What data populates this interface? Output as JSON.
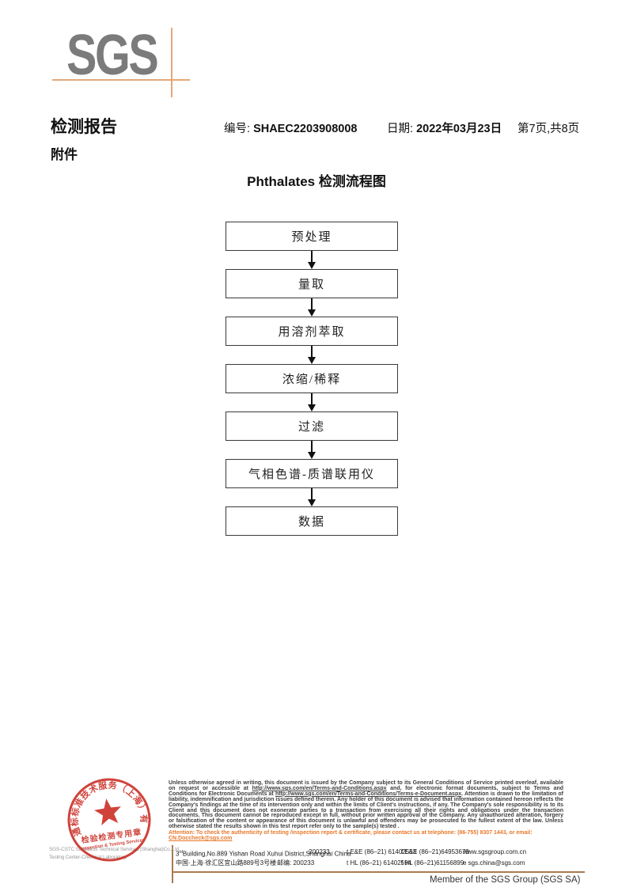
{
  "logo": {
    "text": "SGS"
  },
  "header": {
    "report_title": "检测报告",
    "report_no_label": "编号: ",
    "report_no_value": "SHAEC2203908008",
    "date_label": "日期: ",
    "date_value": "2022年03月23日",
    "page_info": "第7页,共8页",
    "attachment": "附件"
  },
  "flowchart": {
    "title": "Phthalates 检测流程图",
    "steps": [
      "预处理",
      "量取",
      "用溶剂萃取",
      "浓缩/稀释",
      "过滤",
      "气相色谱-质谱联用仪",
      "数据"
    ]
  },
  "footer": {
    "legal": {
      "part1": "Unless otherwise agreed in writing, this document is issued by the Company subject to its General Conditions of Service printed overleaf, available on request or accessible at ",
      "url1": "http://www.sgs.com/en/Terms-and-Conditions.aspx",
      "part2": " and, for electronic format documents, subject to Terms and Conditions for Electronic Documents at ",
      "url2": "http://www.sgs.com/en/Terms-and-Conditions/Terms-e-Document.aspx",
      "part3": ". Attention is drawn to the limitation of liability, indemnification and jurisdiction issues defined therein. Any holder of this document is advised that information contained hereon reflects the Company's findings at the time of its intervention only and within the limits of Client's instructions, if any. The Company's sole responsibility is to its Client and this document does not exonerate parties to a transaction from exercising all their rights and obligations under the transaction documents. This document cannot be reproduced except in full, without prior written approval of the Company. Any unauthorized alteration, forgery or falsification of the content or appearance of this document is unlawful and offenders may be prosecuted to the fullest extent of the law. Unless otherwise stated the results shown in this test report refer only to the sample(s) tested ."
    },
    "attention": {
      "part1": "Attention: To check the authenticity of testing /inspection report & certificate, please contact us at telephone: (86-755) 8307 1443, or email: ",
      "email": "CN.Doccheck@sgs.com"
    },
    "company_en": "SGS-CSTC Standards Technical Services (Shanghai)Co.,Ltd.",
    "company_dept": "Testing Center-Chemical Laboratory.",
    "address": {
      "en_prefix": "3",
      "en_sup": "rd",
      "en_rest": "Building,No.889 Yishan Road Xuhui District,Shanghai China",
      "en_postcode": "200233",
      "cn": "中国·上海·徐汇区宜山路889号3号楼",
      "cn_postcode": "邮编: 200233",
      "tel_en": "t E&E (86–21) 61402553",
      "fax_en": "f E&E (86–21)64953679",
      "web": "www.sgsgroup.com.cn",
      "tel_cn": "t HL (86–21) 61402594",
      "fax_cn": "f HL (86–21)61156899",
      "email": "e  sgs.china@sgs.com"
    },
    "member": "Member of the SGS Group (SGS SA)",
    "stamp": {
      "ring_text": "通标标准技术服务（上海）有限公司",
      "label_cn": "检验检测专用章",
      "label_en": "Inspection & Testing Services"
    }
  },
  "colors": {
    "logo_gray": "#7b7b7b",
    "crosshair_tan": "#e3a878",
    "footer_line_tan": "#aa7a4f",
    "attention_orange": "#e9782a",
    "stamp_red": "#c8281e"
  }
}
